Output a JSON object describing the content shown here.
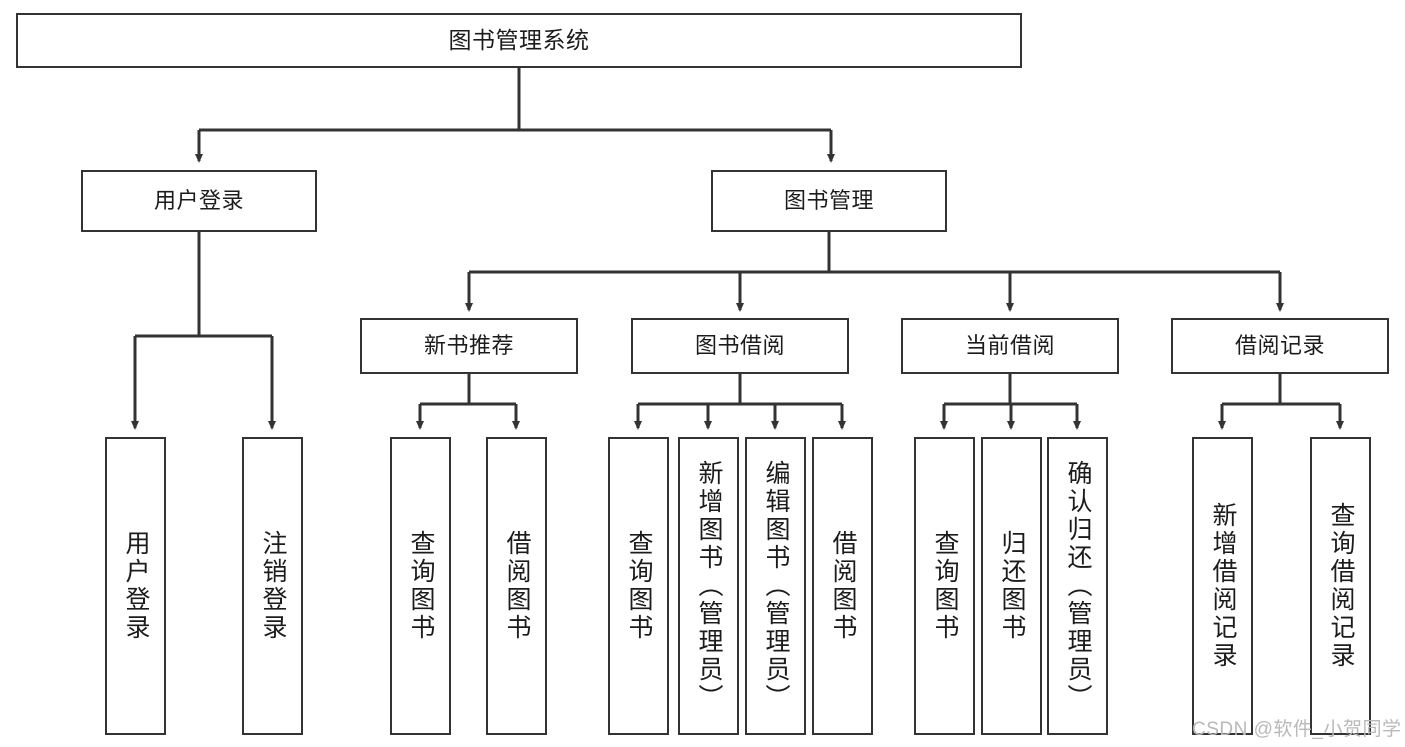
{
  "diagram": {
    "type": "tree",
    "title": "图书管理系统",
    "root": {
      "label": "图书管理系统"
    },
    "level2": [
      {
        "label": "用户登录"
      },
      {
        "label": "图书管理"
      }
    ],
    "level3": [
      {
        "label": "新书推荐"
      },
      {
        "label": "图书借阅"
      },
      {
        "label": "当前借阅"
      },
      {
        "label": "借阅记录"
      }
    ],
    "leaves": {
      "user_login": [
        {
          "label": "用户登录"
        },
        {
          "label": "注销登录"
        }
      ],
      "new_book": [
        {
          "label": "查询图书"
        },
        {
          "label": "借阅图书"
        }
      ],
      "book_borrow": [
        {
          "label": "查询图书"
        },
        {
          "label": "新增图书（管理员）"
        },
        {
          "label": "编辑图书（管理员）"
        },
        {
          "label": "借阅图书"
        }
      ],
      "current_borrow": [
        {
          "label": "查询图书"
        },
        {
          "label": "归还图书"
        },
        {
          "label": "确认归还（管理员）"
        }
      ],
      "borrow_record": [
        {
          "label": "新增借阅记录"
        },
        {
          "label": "查询借阅记录"
        }
      ]
    }
  },
  "watermark": {
    "text": "CSDN @软件_小贺同学"
  },
  "colors": {
    "stroke": "#333333",
    "fill": "#ffffff",
    "text": "#1c1c1c",
    "watermark": "#b9b9b9"
  }
}
